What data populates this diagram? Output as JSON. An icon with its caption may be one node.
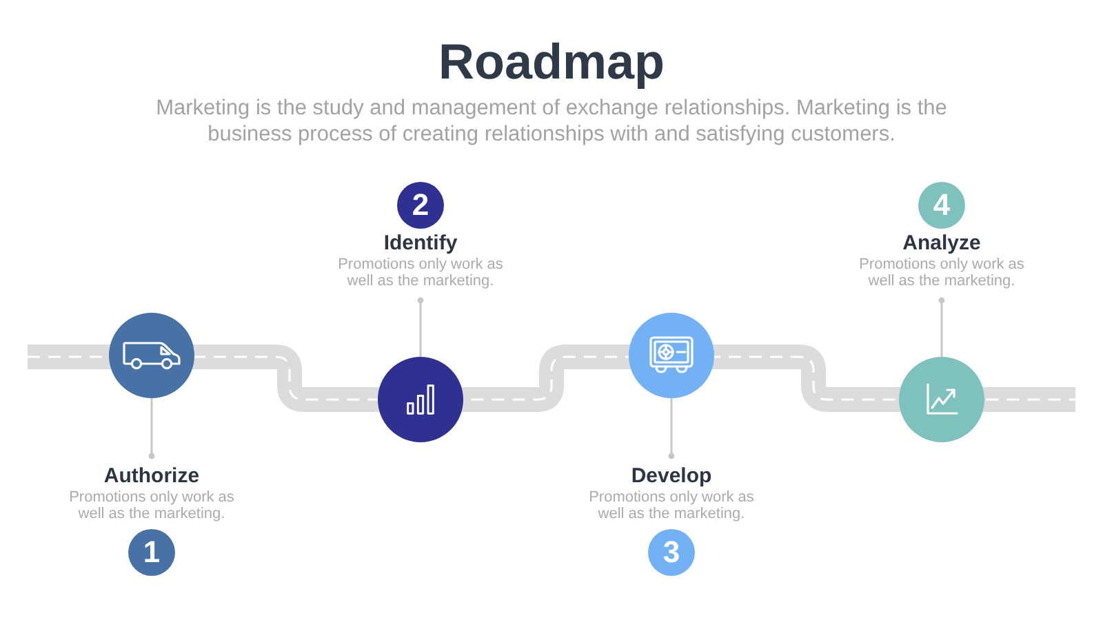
{
  "diagram": {
    "title": "Roadmap",
    "nodes": [
      {
        "text": [],
        "shape": "circle"
      },
      {
        "text": [
          "Authorize",
          "Promotions only work as well as the marketing."
        ]
      },
      {
        "text": [
          "1"
        ]
      },
      {
        "text": [],
        "shape": "circle"
      },
      {
        "text": [
          "Identify",
          "Promotions only work as well as the marketing."
        ]
      },
      {
        "text": [
          "2"
        ]
      },
      {
        "text": [],
        "shape": "circle"
      },
      {
        "text": [
          "Develop",
          "Promotions only work as well as the marketing."
        ]
      },
      {
        "text": [
          "3"
        ]
      },
      {
        "text": [],
        "shape": "circle"
      },
      {
        "text": [
          "Analyze",
          "Promotions only work as well as the marketing."
        ]
      },
      {
        "text": [
          "4"
        ]
      }
    ],
    "edges": [
      {
        "from": 0,
        "to": 1,
        "arrow": "other"
      },
      {
        "from": 3,
        "to": 4,
        "arrow": "other"
      },
      {
        "from": 6,
        "to": 7,
        "arrow": "other"
      },
      {
        "from": 9,
        "to": 10,
        "arrow": "other"
      }
    ],
    "labels": [
      "Marketing is the study and management of exchange relationships. Marketing is the business process of creating relationships with and satisfying customers."
    ]
  }
}
